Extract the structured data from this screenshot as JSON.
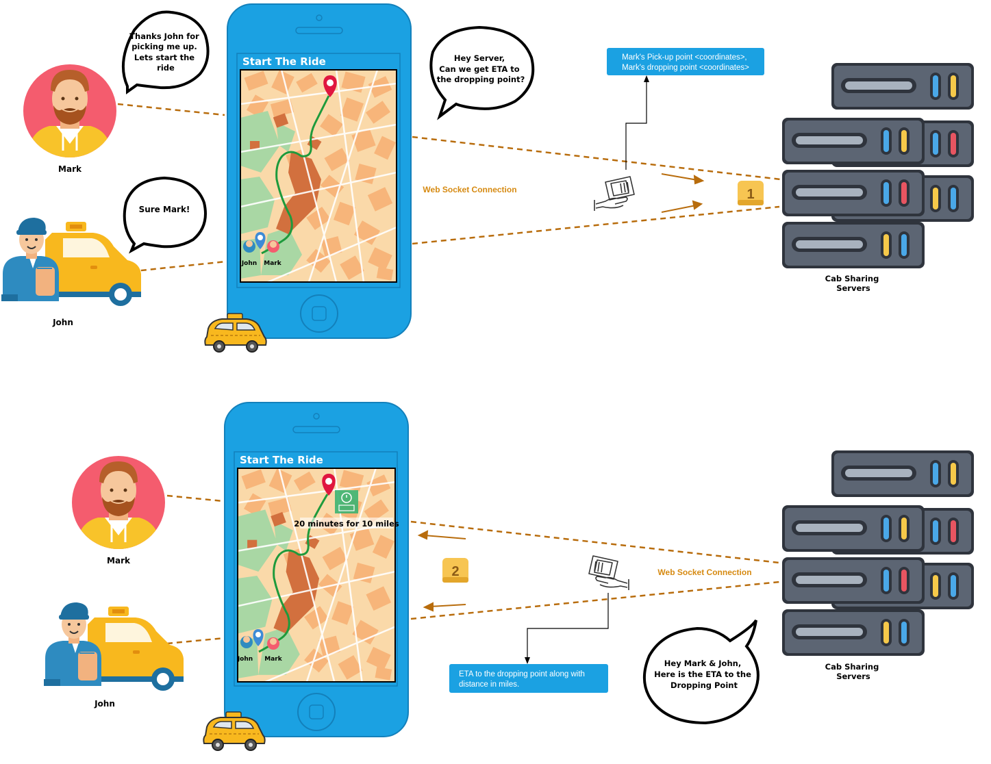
{
  "top": {
    "mark": {
      "name": "Mark",
      "speech": [
        "Thanks John for",
        "picking me up.",
        "Lets start the",
        "ride"
      ]
    },
    "john": {
      "name": "John",
      "speech": [
        "Sure Mark!"
      ]
    },
    "phone": {
      "screen_title": "Start The Ride",
      "pin_labels": [
        "John",
        "Mark"
      ]
    },
    "phone_speech": [
      "Hey Server,",
      "Can we get ETA to",
      "the dropping point?"
    ],
    "connection_label": "Web Socket Connection",
    "request_box": [
      "Mark's Pick-up point <coordinates>,",
      "Mark's dropping point <coordinates>"
    ],
    "step_badge": "1",
    "server_label": [
      "Cab Sharing",
      "Servers"
    ]
  },
  "bottom": {
    "mark": {
      "name": "Mark"
    },
    "john": {
      "name": "John"
    },
    "phone": {
      "screen_title": "Start The Ride",
      "eta_text": "20 minutes for 10 miles",
      "pin_labels": [
        "John",
        "Mark"
      ]
    },
    "connection_label": "Web Socket Connection",
    "response_box": [
      "ETA to the dropping point along with",
      "distance in miles."
    ],
    "step_badge": "2",
    "server_speech": [
      "Hey Mark & John,",
      "Here is the ETA to the",
      "Dropping Point"
    ],
    "server_label": [
      "Cab Sharing",
      "Servers"
    ]
  },
  "colors": {
    "phone_body": "#1BA1E2",
    "phone_outline": "#1380BB",
    "map_land": "#FAD9A9",
    "map_block": "#F7B57A",
    "map_dark": "#D2703E",
    "map_park": "#A9D7A4",
    "route": "#1E9A3C",
    "pin_red": "#E0163F",
    "pin_blue": "#3E8BD6",
    "dashed_line": "#B86C0C",
    "info_box": "#1BA1E2",
    "badge": "#F7C552",
    "badge_text": "#8A5A16",
    "server_dark": "#3A3F4A",
    "server_face": "#5C6573",
    "mark_circle": "#F45C6E",
    "taxi_yellow": "#F8B81E"
  },
  "icons": [
    "avatar-mark-icon",
    "avatar-john-icon",
    "taxi-icon",
    "map-pin-icon",
    "server-stack-icon",
    "data-transfer-icon",
    "eta-clock-icon"
  ]
}
